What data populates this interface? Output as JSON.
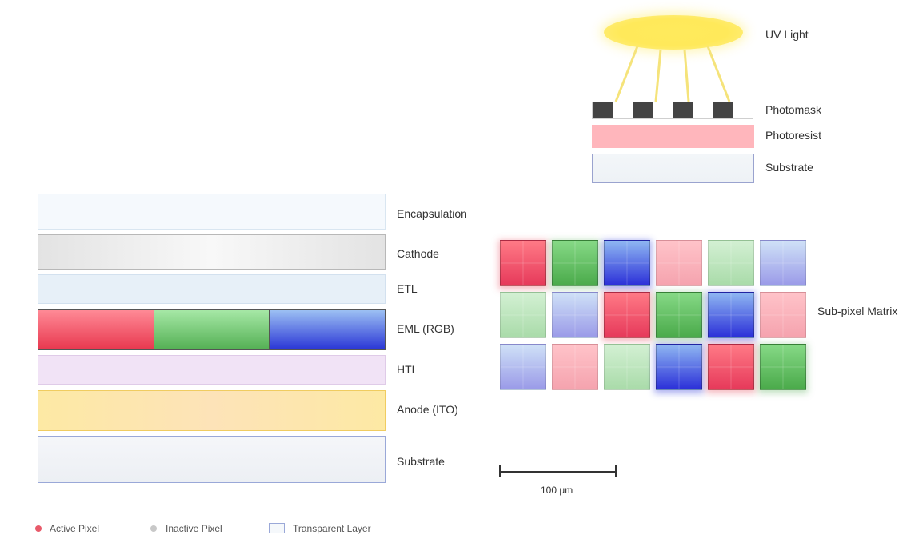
{
  "lithography": {
    "uv_label": "UV Light",
    "photomask_label": "Photomask",
    "photoresist_label": "Photoresist",
    "substrate_label": "Substrate",
    "photomask_pattern": [
      "dark",
      "light",
      "dark",
      "light",
      "dark",
      "light",
      "dark",
      "light"
    ],
    "colors": {
      "uv": "#ffea5c",
      "photoresist": "#ffb6bc",
      "mask_dark": "#444444"
    }
  },
  "stack": {
    "layers": [
      {
        "key": "encapsulation",
        "label": "Encapsulation"
      },
      {
        "key": "cathode",
        "label": "Cathode"
      },
      {
        "key": "etl",
        "label": "ETL"
      },
      {
        "key": "eml",
        "label": "EML (RGB)"
      },
      {
        "key": "htl",
        "label": "HTL"
      },
      {
        "key": "anode",
        "label": "Anode (ITO)"
      },
      {
        "key": "substrate",
        "label": "Substrate"
      }
    ],
    "eml_colors": [
      "red",
      "green",
      "blue"
    ]
  },
  "matrix": {
    "label": "Sub-pixel Matrix",
    "rows": [
      [
        {
          "color": "r",
          "active": true
        },
        {
          "color": "g",
          "active": true
        },
        {
          "color": "b",
          "active": true
        },
        {
          "color": "r",
          "active": false
        },
        {
          "color": "g",
          "active": false
        },
        {
          "color": "b",
          "active": false
        }
      ],
      [
        {
          "color": "g",
          "active": false
        },
        {
          "color": "b",
          "active": false
        },
        {
          "color": "r",
          "active": true
        },
        {
          "color": "g",
          "active": true
        },
        {
          "color": "b",
          "active": true
        },
        {
          "color": "r",
          "active": false
        }
      ],
      [
        {
          "color": "b",
          "active": false
        },
        {
          "color": "r",
          "active": false
        },
        {
          "color": "g",
          "active": false
        },
        {
          "color": "b",
          "active": true
        },
        {
          "color": "r",
          "active": true
        },
        {
          "color": "g",
          "active": true
        }
      ]
    ]
  },
  "scale": {
    "label": "100 μm"
  },
  "legend": {
    "active": "Active Pixel",
    "inactive": "Inactive Pixel",
    "transparent": "Transparent Layer",
    "active_color": "#e85a6a",
    "inactive_color": "#c8c8c8"
  }
}
